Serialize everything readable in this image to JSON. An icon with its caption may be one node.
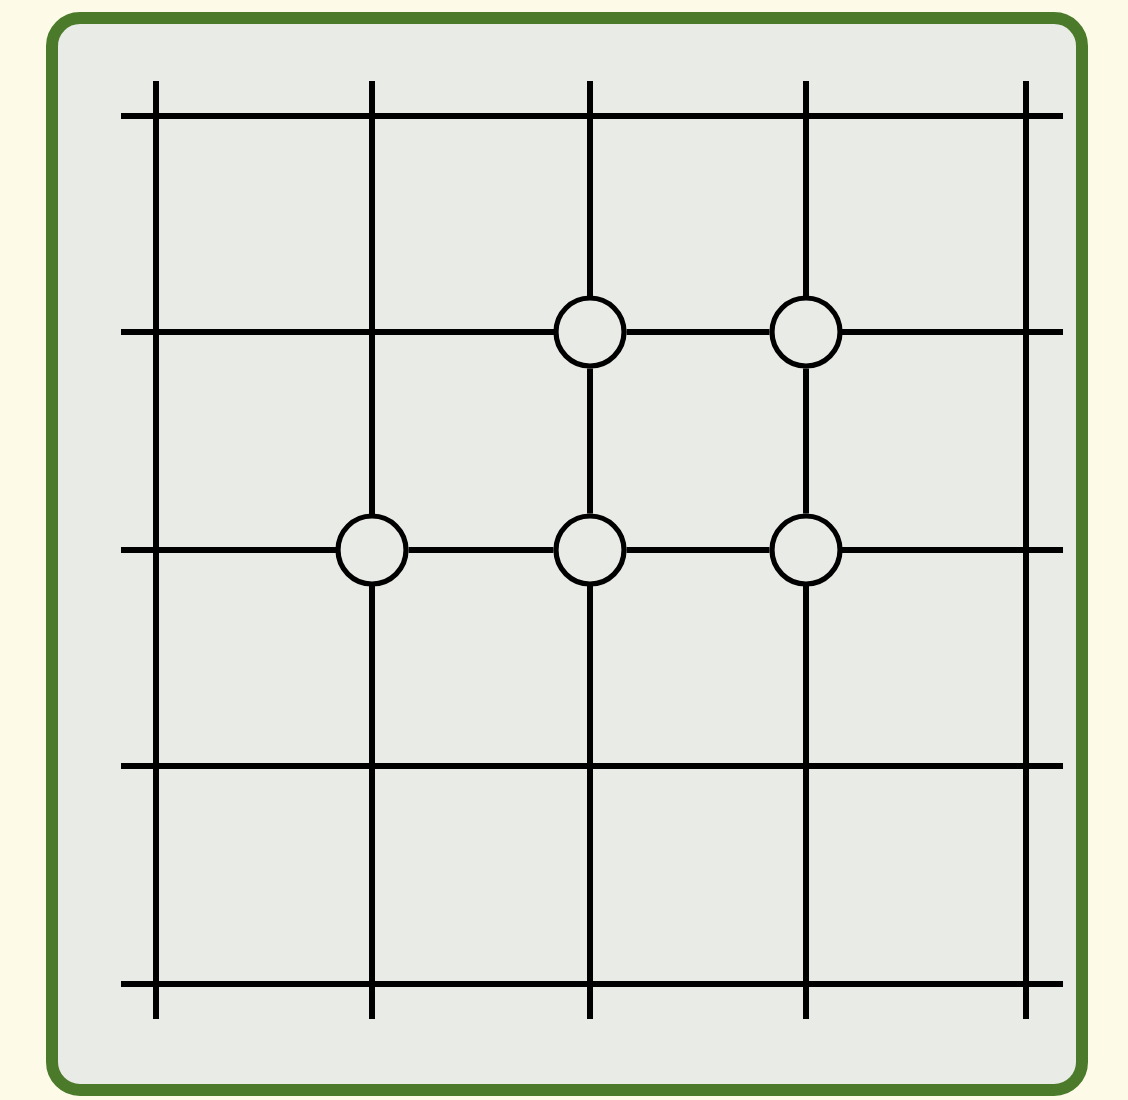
{
  "diagram": {
    "nodes": [
      {
        "text": [],
        "shape": "circle"
      },
      {
        "text": [],
        "shape": "circle"
      },
      {
        "text": [],
        "shape": "circle"
      },
      {
        "text": [],
        "shape": "circle"
      },
      {
        "text": [],
        "shape": "circle"
      }
    ],
    "edges": [
      {
        "from": 0,
        "to": 1,
        "arrow": "none"
      },
      {
        "from": 0,
        "to": 3,
        "arrow": "none"
      },
      {
        "from": 1,
        "to": 4,
        "arrow": "none"
      },
      {
        "from": 2,
        "to": 3,
        "arrow": "none"
      },
      {
        "from": 3,
        "to": 4,
        "arrow": "none"
      }
    ]
  }
}
